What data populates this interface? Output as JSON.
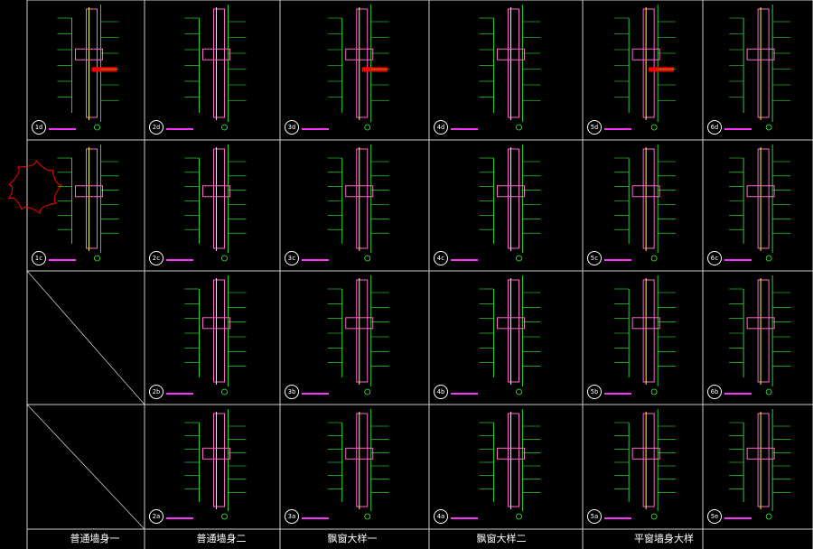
{
  "sheet": {
    "columns": [
      {
        "title": "普通墙身一"
      },
      {
        "title": "普通墙身二"
      },
      {
        "title": "飘窗大样一"
      },
      {
        "title": "飘窗大样二"
      },
      {
        "title": "平窗墙身大样"
      },
      {
        "title": ""
      }
    ],
    "rows": [
      [
        "1d",
        "2d",
        "3d",
        "4d",
        "5d",
        "6d"
      ],
      [
        "1c",
        "2c",
        "3c",
        "4c",
        "5c",
        "6c"
      ],
      [
        "",
        "2b",
        "3b",
        "4b",
        "5b",
        "6b"
      ],
      [
        "",
        "2a",
        "3a",
        "4a",
        "5a",
        "5e"
      ]
    ]
  },
  "colors": {
    "grid": "#cccccc",
    "dimension": "#33ff33",
    "wall_hatch": "#ff66cc",
    "slab_red": "#ff0000",
    "annotation": "#ffff33",
    "cloud": "#ff0000",
    "caption": "#ff33ff"
  }
}
